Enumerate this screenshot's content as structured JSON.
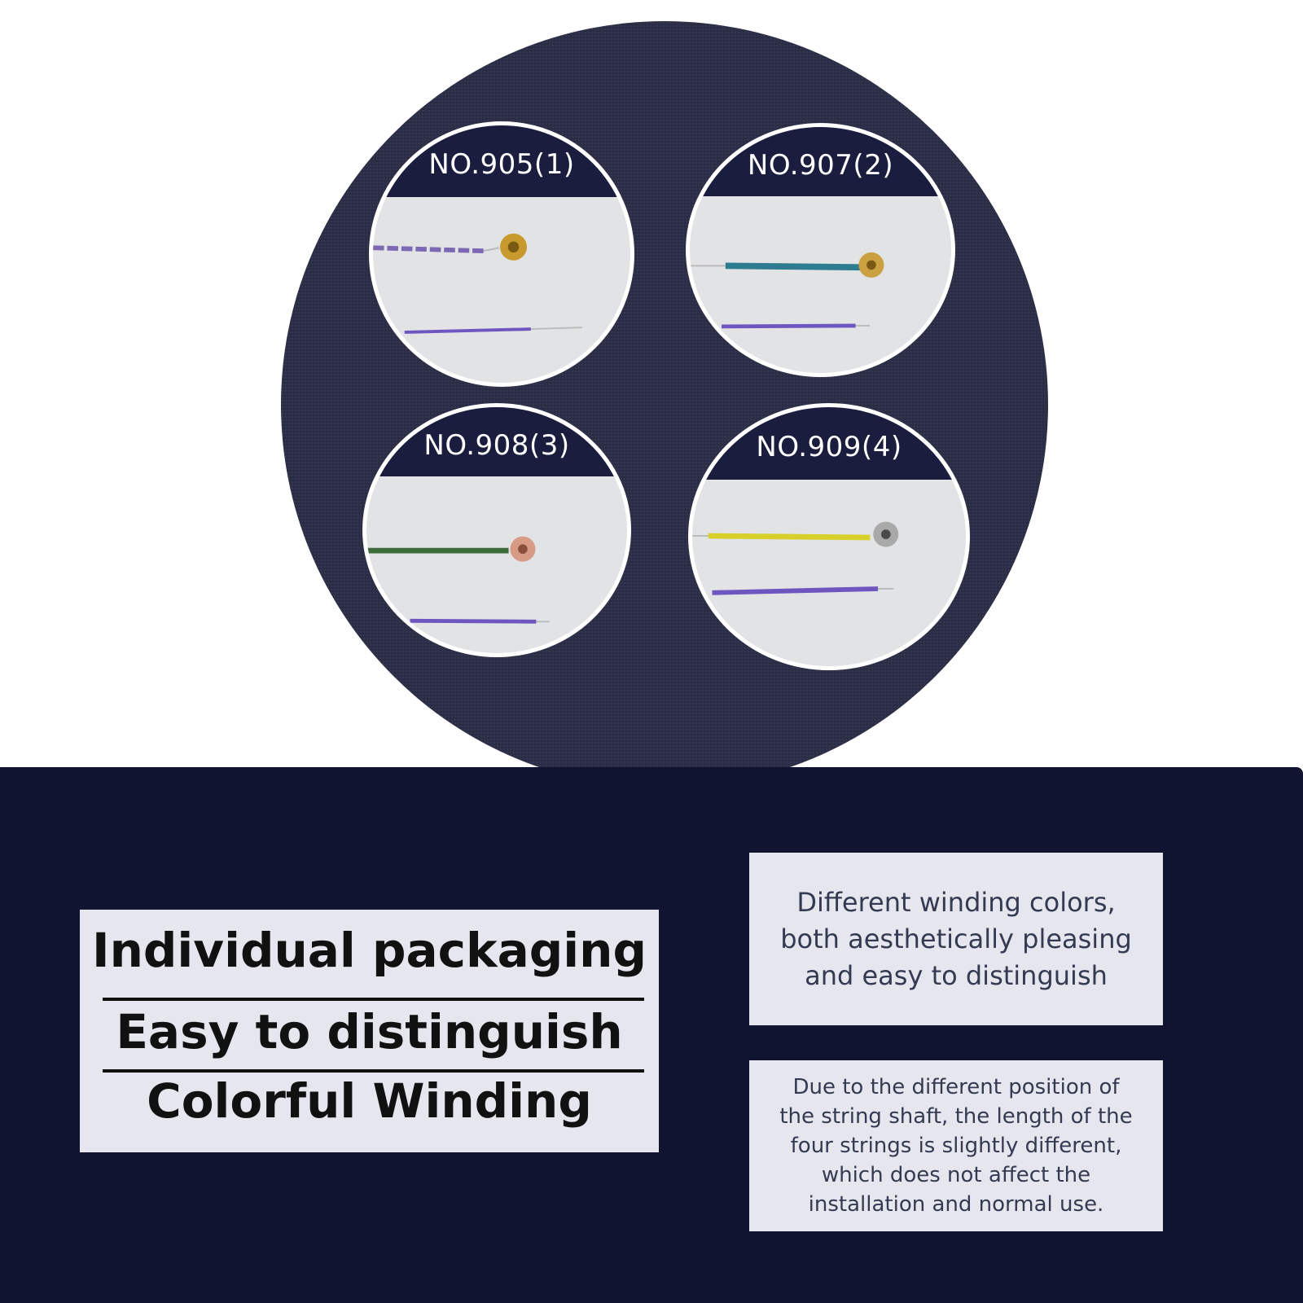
{
  "samples": [
    {
      "label": "NO.905(1)",
      "wound_color": "#7d68b4",
      "end_color": "#c89a2e",
      "lower_color": "#6f55c0"
    },
    {
      "label": "NO.907(2)",
      "wound_color": "#2e7c90",
      "end_color": "#caa040",
      "lower_color": "#6f55c0"
    },
    {
      "label": "NO.908(3)",
      "wound_color": "#3d6b3a",
      "end_color": "#d79a85",
      "lower_color": "#6f55c0"
    },
    {
      "label": "NO.909(4)",
      "wound_color": "#d7d02a",
      "end_color": "#a9a9a9",
      "lower_color": "#6f55c0"
    }
  ],
  "feature_box": {
    "line1": "Individual packaging",
    "line2": "Easy to distinguish",
    "line3": "Colorful Winding"
  },
  "note1": {
    "lines": [
      "Different winding colors,",
      "both aesthetically pleasing",
      "and easy to distinguish"
    ]
  },
  "note2": {
    "lines": [
      "Due to the different position of",
      "the string shaft, the length of the",
      "four strings is slightly different,",
      "which does not affect the",
      "installation and normal use."
    ]
  },
  "colors": {
    "circle_bg": "#2a2d45",
    "band": "#1b1d3f",
    "bottom_bg": "#111430",
    "box_bg": "#e6e7ee"
  }
}
